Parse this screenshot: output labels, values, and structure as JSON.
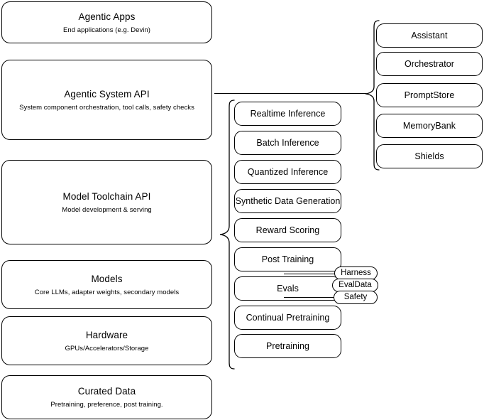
{
  "diagram": {
    "title": "AI Stack Layers Diagram",
    "stroke_color": "#000000",
    "background_color": "#ffffff"
  },
  "layers": [
    {
      "name": "agentic-apps",
      "title": "Agentic Apps",
      "subtitle": "End applications (e.g. Devin)"
    },
    {
      "name": "agentic-system-api",
      "title": "Agentic System API",
      "subtitle": "System component orchestration, tool calls, safety checks"
    },
    {
      "name": "model-toolchain-api",
      "title": "Model Toolchain API",
      "subtitle": "Model development & serving"
    },
    {
      "name": "models",
      "title": "Models",
      "subtitle": "Core LLMs, adapter weights, secondary models"
    },
    {
      "name": "hardware",
      "title": "Hardware",
      "subtitle": "GPUs/Accelerators/Storage"
    },
    {
      "name": "curated-data",
      "title": "Curated Data",
      "subtitle": "Pretraining, preference, post training."
    }
  ],
  "toolchain_items": [
    {
      "name": "realtime-inference",
      "label": "Realtime Inference"
    },
    {
      "name": "batch-inference",
      "label": "Batch Inference"
    },
    {
      "name": "quantized-inference",
      "label": "Quantized Inference"
    },
    {
      "name": "synthetic-data-generation",
      "label": "Synthetic Data Generation"
    },
    {
      "name": "reward-scoring",
      "label": "Reward Scoring"
    },
    {
      "name": "post-training",
      "label": "Post Training"
    },
    {
      "name": "evals",
      "label": "Evals"
    },
    {
      "name": "continual-pretraining",
      "label": "Continual Pretraining"
    },
    {
      "name": "pretraining",
      "label": "Pretraining"
    }
  ],
  "system_items": [
    {
      "name": "assistant",
      "label": "Assistant"
    },
    {
      "name": "orchestrator",
      "label": "Orchestrator"
    },
    {
      "name": "promptstore",
      "label": "PromptStore"
    },
    {
      "name": "memorybank",
      "label": "MemoryBank"
    },
    {
      "name": "shields",
      "label": "Shields"
    }
  ],
  "eval_badges": [
    {
      "name": "harness",
      "label": "Harness"
    },
    {
      "name": "evaldata",
      "label": "EvalData"
    },
    {
      "name": "safety",
      "label": "Safety"
    }
  ]
}
